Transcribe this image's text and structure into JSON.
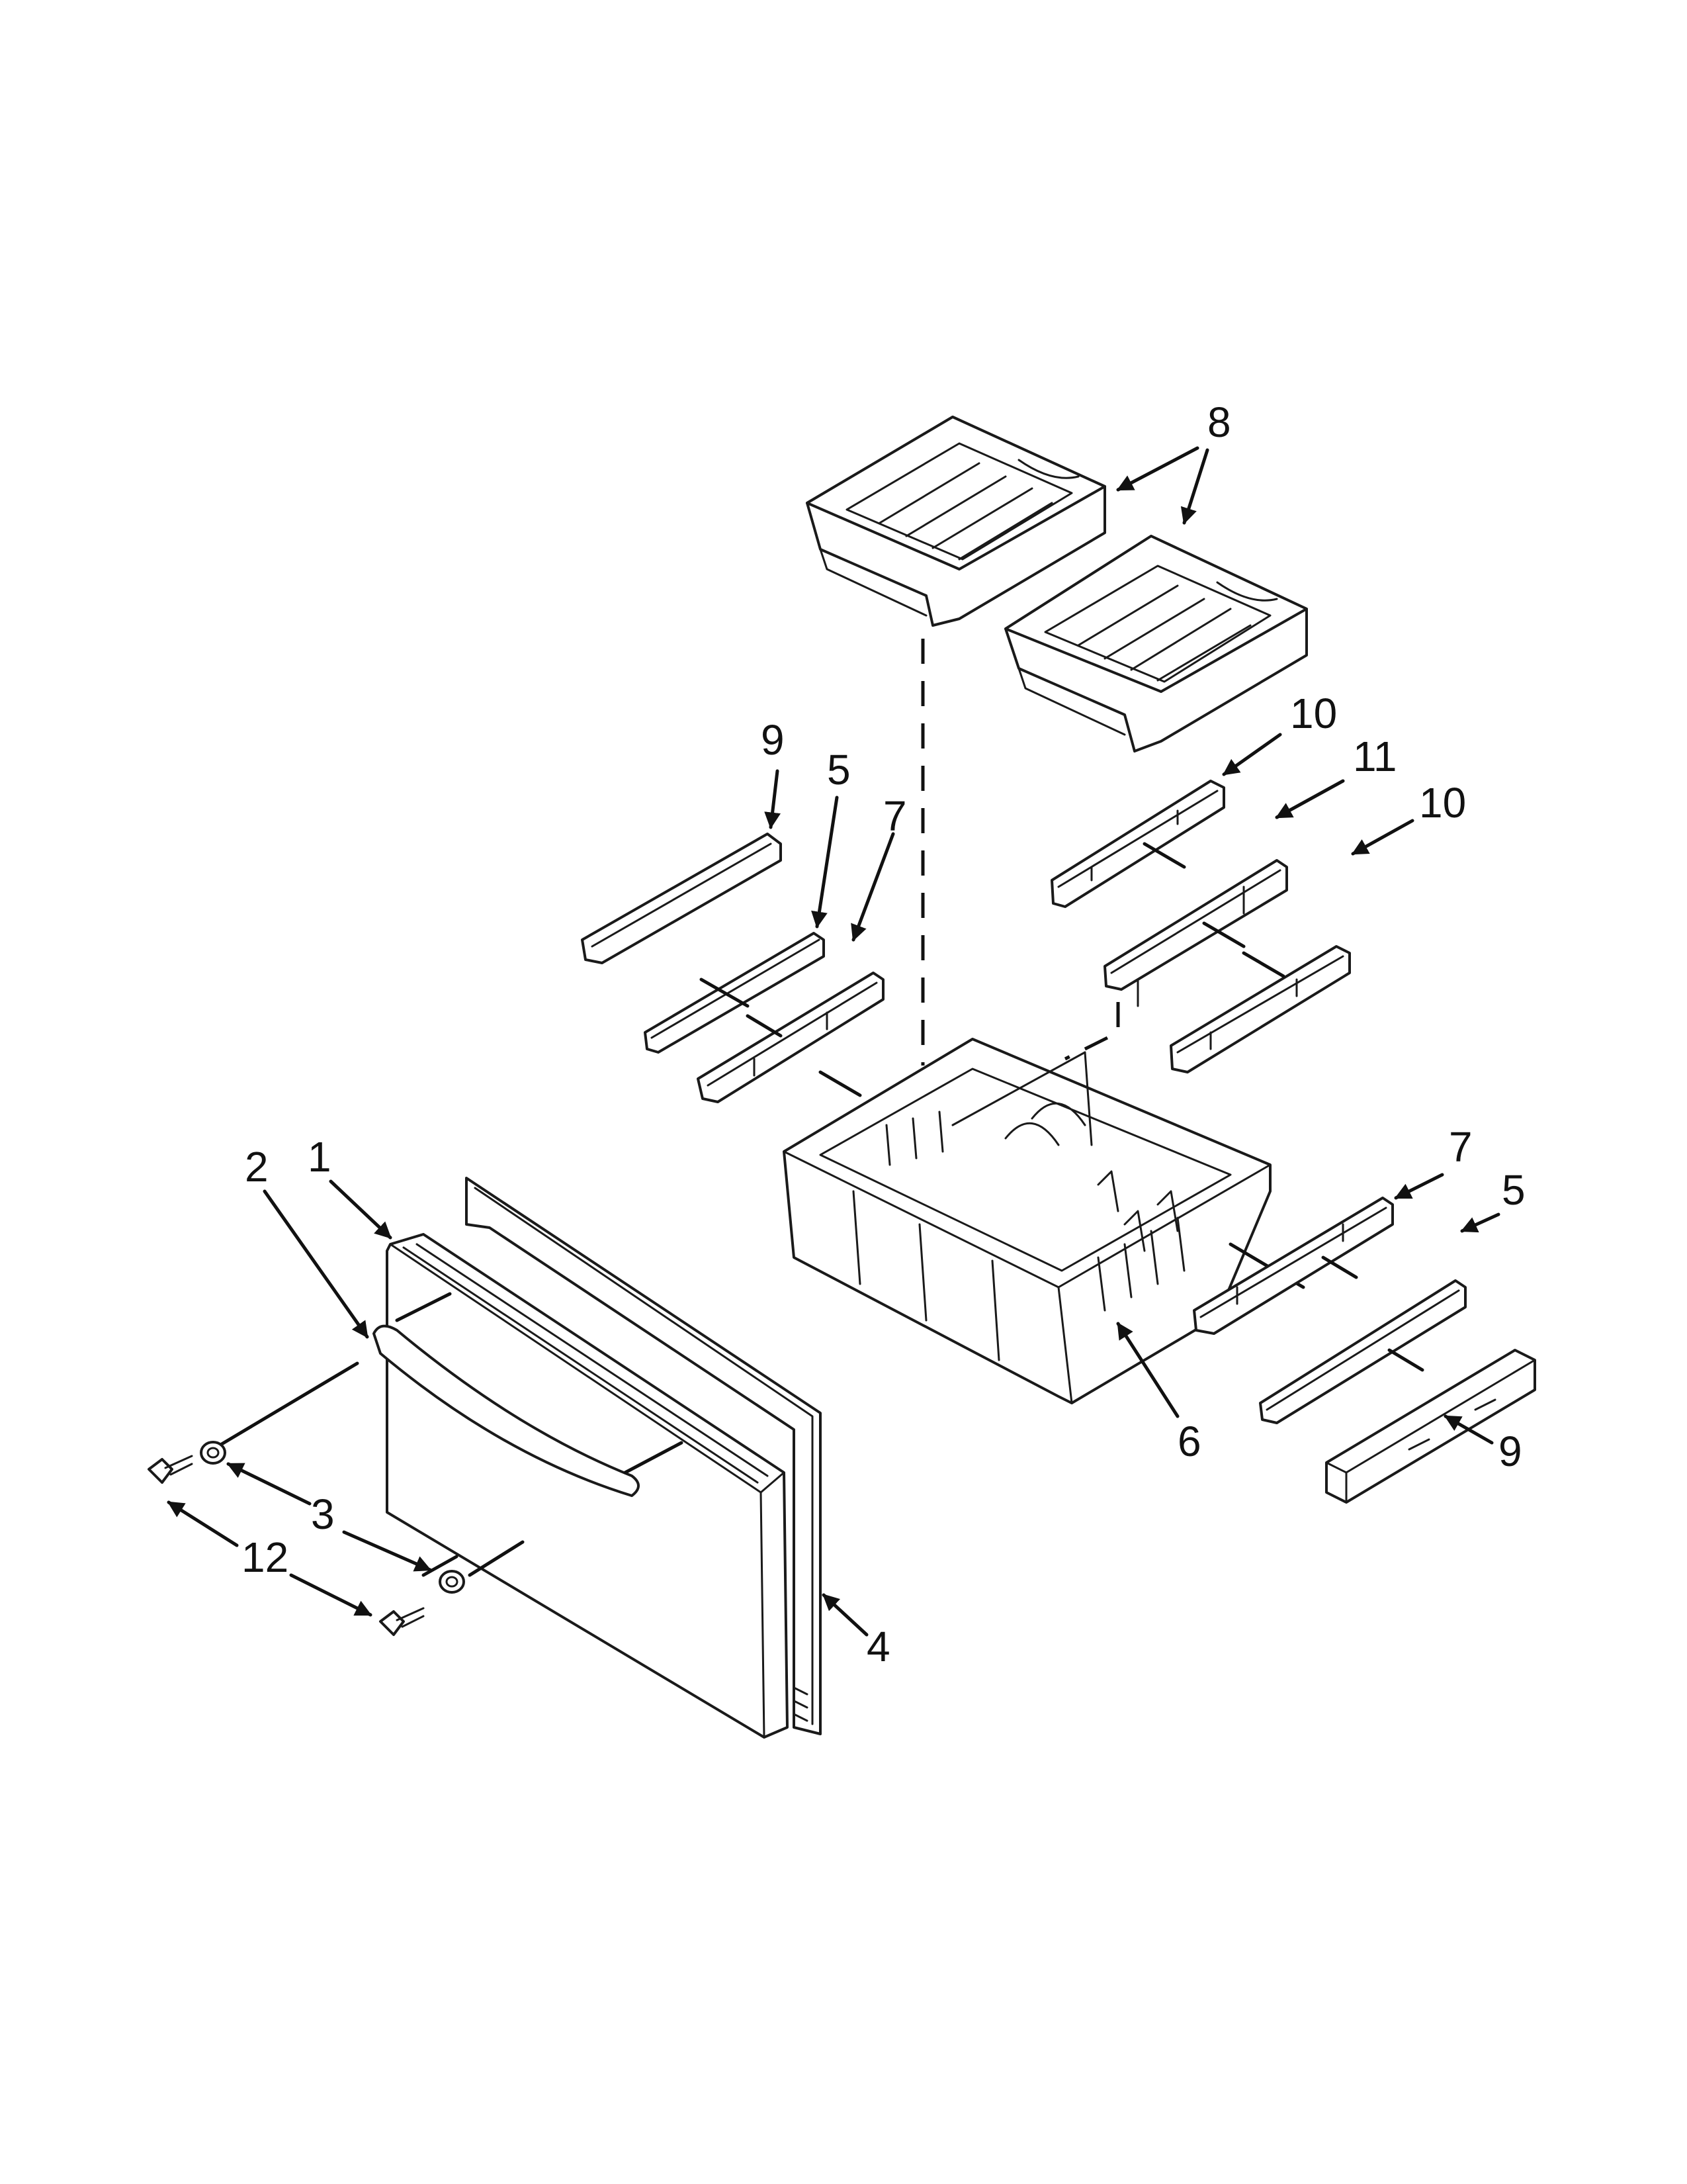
{
  "diagram": {
    "type": "exploded parts diagram",
    "colors": {
      "ink": "#111111",
      "paper": "#ffffff"
    },
    "callouts": [
      {
        "id": "c1",
        "label": "1"
      },
      {
        "id": "c2",
        "label": "2"
      },
      {
        "id": "c3",
        "label": "3"
      },
      {
        "id": "c4",
        "label": "4"
      },
      {
        "id": "c5a",
        "label": "5"
      },
      {
        "id": "c5b",
        "label": "5"
      },
      {
        "id": "c6",
        "label": "6"
      },
      {
        "id": "c7a",
        "label": "7"
      },
      {
        "id": "c7b",
        "label": "7"
      },
      {
        "id": "c8",
        "label": "8"
      },
      {
        "id": "c9a",
        "label": "9"
      },
      {
        "id": "c9b",
        "label": "9"
      },
      {
        "id": "c10a",
        "label": "10"
      },
      {
        "id": "c10b",
        "label": "10"
      },
      {
        "id": "c11",
        "label": "11"
      },
      {
        "id": "c12",
        "label": "12"
      }
    ]
  }
}
